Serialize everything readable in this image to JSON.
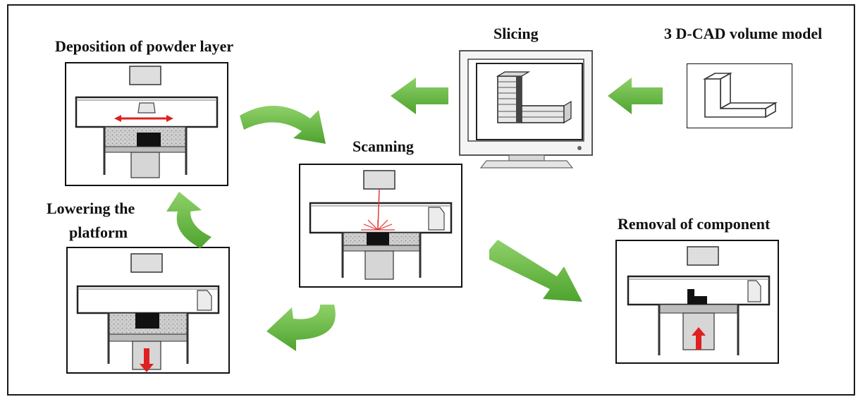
{
  "labels": {
    "deposition": "Deposition of powder layer",
    "slicing": "Slicing",
    "cad_model": "3 D-CAD volume model",
    "scanning": "Scanning",
    "lowering_line1": "Lowering the",
    "lowering_line2": "platform",
    "removal": "Removal of component"
  },
  "colors": {
    "arrow_green": "#5cb33a",
    "arrow_green_light": "#8fd16a",
    "indicator_red": "#e02020",
    "laser_red": "#e03030",
    "powder_gray": "#c8c8c8",
    "part_black": "#111111"
  }
}
